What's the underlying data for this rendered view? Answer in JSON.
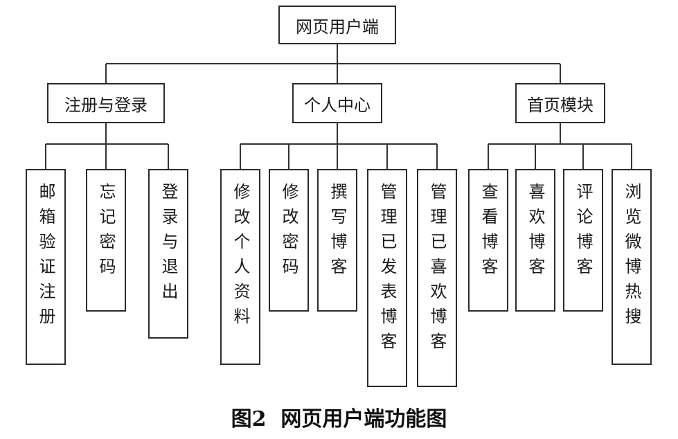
{
  "root": {
    "label": "网页用户端"
  },
  "categories": [
    {
      "label": "注册与登录",
      "children": [
        "邮箱验证注册",
        "忘记密码",
        "登录与退出"
      ]
    },
    {
      "label": "个人中心",
      "children": [
        "修改个人资料",
        "修改密码",
        "撰写博客",
        "管理已发表博客",
        "管理已喜欢博客"
      ]
    },
    {
      "label": "首页模块",
      "children": [
        "查看博客",
        "喜欢博客",
        "评论博客",
        "浏览微博热搜"
      ]
    }
  ],
  "caption": "图2  网页用户端功能图"
}
